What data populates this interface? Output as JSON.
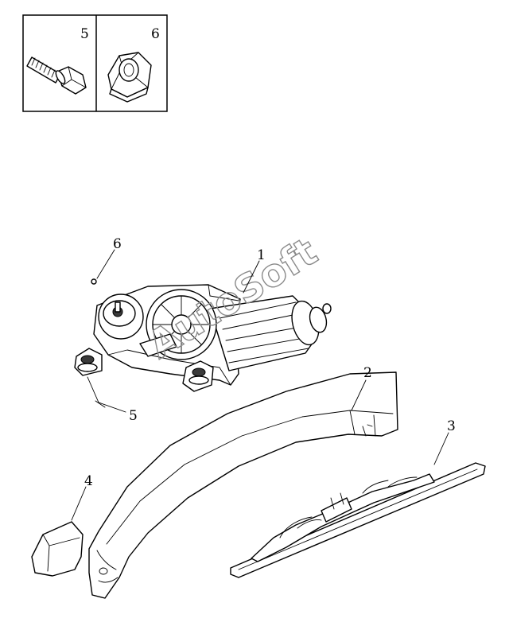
{
  "legend": {
    "cells": [
      {
        "number": "5",
        "icon": "bolt-icon"
      },
      {
        "number": "6",
        "icon": "nut-icon"
      }
    ]
  },
  "callouts": {
    "wiper_motor": "1",
    "wiper_arm": "2",
    "wiper_blade": "3",
    "arm_cap": "4",
    "bolt": "5",
    "nut": "6"
  },
  "watermark": "AutoSoft",
  "corner_mark": "",
  "colors": {
    "line": "#000000",
    "background": "#ffffff",
    "watermark": "#8a8a8a"
  }
}
